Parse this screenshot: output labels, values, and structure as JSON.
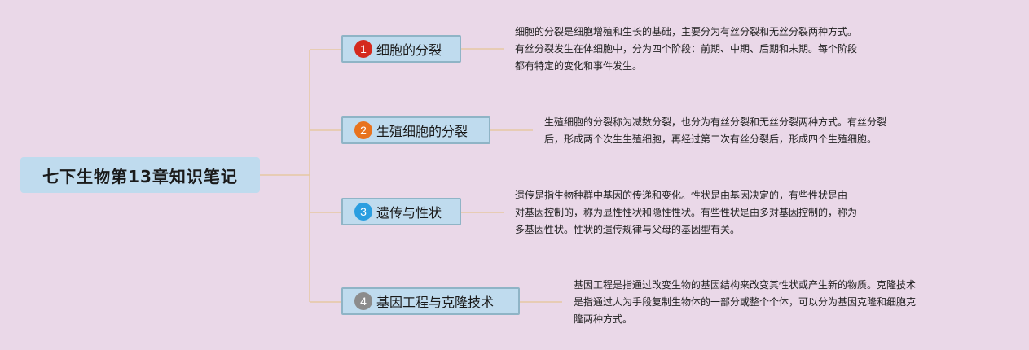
{
  "root": {
    "title": "七下生物第13章知识笔记"
  },
  "branches": [
    {
      "number": "1",
      "badge_color": "#d42a1e",
      "title": "细胞的分裂",
      "description": "细胞的分裂是细胞增殖和生长的基础，主要分为有丝分裂和无丝分裂两种方式。\n有丝分裂发生在体细胞中，分为四个阶段：前期、中期、后期和末期。每个阶段\n都有特定的变化和事件发生。"
    },
    {
      "number": "2",
      "badge_color": "#e8731e",
      "title": "生殖细胞的分裂",
      "description": "生殖细胞的分裂称为减数分裂，也分为有丝分裂和无丝分裂两种方式。有丝分裂\n后，形成两个次生生殖细胞，再经过第二次有丝分裂后，形成四个生殖细胞。"
    },
    {
      "number": "3",
      "badge_color": "#2a9ee0",
      "title": "遗传与性状",
      "description": "遗传是指生物种群中基因的传递和变化。性状是由基因决定的，有些性状是由一\n对基因控制的，称为显性性状和隐性性状。有些性状是由多对基因控制的，称为\n多基因性状。性状的遗传规律与父母的基因型有关。"
    },
    {
      "number": "4",
      "badge_color": "#8c8c8c",
      "title": "基因工程与克隆技术",
      "description": "基因工程是指通过改变生物的基因结构来改变其性状或产生新的物质。克隆技术\n是指通过人为手段复制生物体的一部分或整个个体，可以分为基因克隆和细胞克\n隆两种方式。"
    }
  ],
  "colors": {
    "background": "#ead8e8",
    "node_fill": "#bfdbee",
    "node_border": "#8fb4c6",
    "connector": "#e6c7a3"
  }
}
